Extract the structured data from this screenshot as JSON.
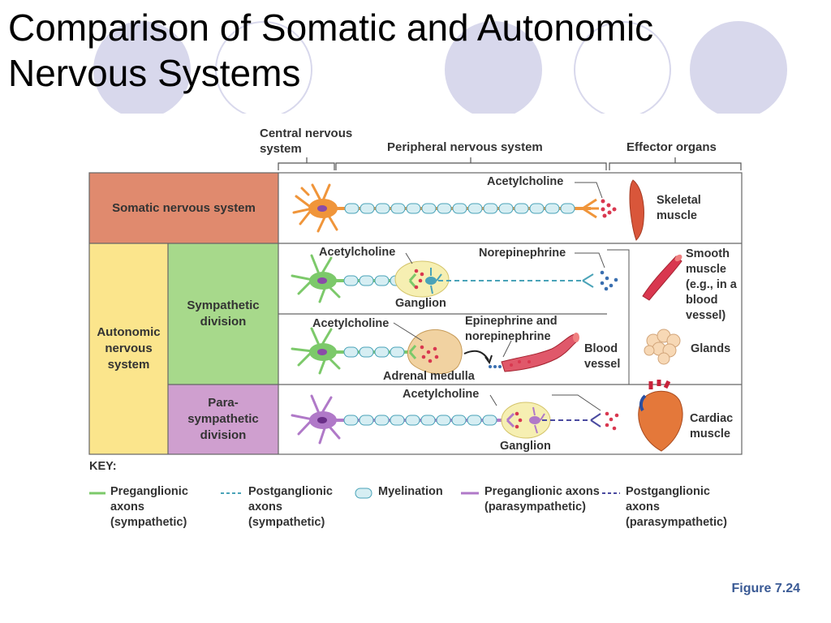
{
  "slide": {
    "title": "Comparison of Somatic and Autonomic Nervous Systems",
    "figure_caption": "Figure 7.24"
  },
  "header": {
    "cns": "Central nervous system",
    "pns": "Peripheral nervous system",
    "effectors": "Effector organs"
  },
  "rows": {
    "somatic": "Somatic nervous system",
    "autonomic": "Autonomic nervous system",
    "sympathetic": "Sympathetic division",
    "parasympathetic": "Para- sympathetic division"
  },
  "labels": {
    "ach_somatic": "Acetylcholine",
    "skeletal": "Skeletal muscle",
    "ach_symp": "Acetylcholine",
    "norepinephrine": "Norepinephrine",
    "ganglion_symp": "Ganglion",
    "smooth": "Smooth muscle (e.g., in a blood vessel)",
    "ach_adrenal": "Acetylcholine",
    "epi_norepi": "Epinephrine and norepinephrine",
    "blood_vessel": "Blood vessel",
    "glands": "Glands",
    "adrenal_medulla": "Adrenal medulla",
    "ach_para": "Acetylcholine",
    "ganglion_para": "Ganglion",
    "cardiac": "Cardiac muscle"
  },
  "key": {
    "title": "KEY:",
    "items": [
      {
        "label": "Preganglionic axons (sympathetic)"
      },
      {
        "label": "Postganglionic axons (sympathetic)"
      },
      {
        "label": "Myelination"
      },
      {
        "label": "Preganglionic axons (parasympathetic)"
      },
      {
        "label": "Postganglionic axons (parasympathetic)"
      }
    ]
  },
  "colors": {
    "somatic": "#e08a6e",
    "autonomic": "#fbe58c",
    "sympathetic": "#a7d98b",
    "parasympathetic": "#cf9fcf",
    "neuron_somatic": "#f0953a",
    "neuron_symp": "#7cc96a",
    "neuron_para": "#b079c8",
    "myelin": "#d6eef3",
    "decor": "#d8d8ec",
    "caption": "#3a5a95"
  }
}
